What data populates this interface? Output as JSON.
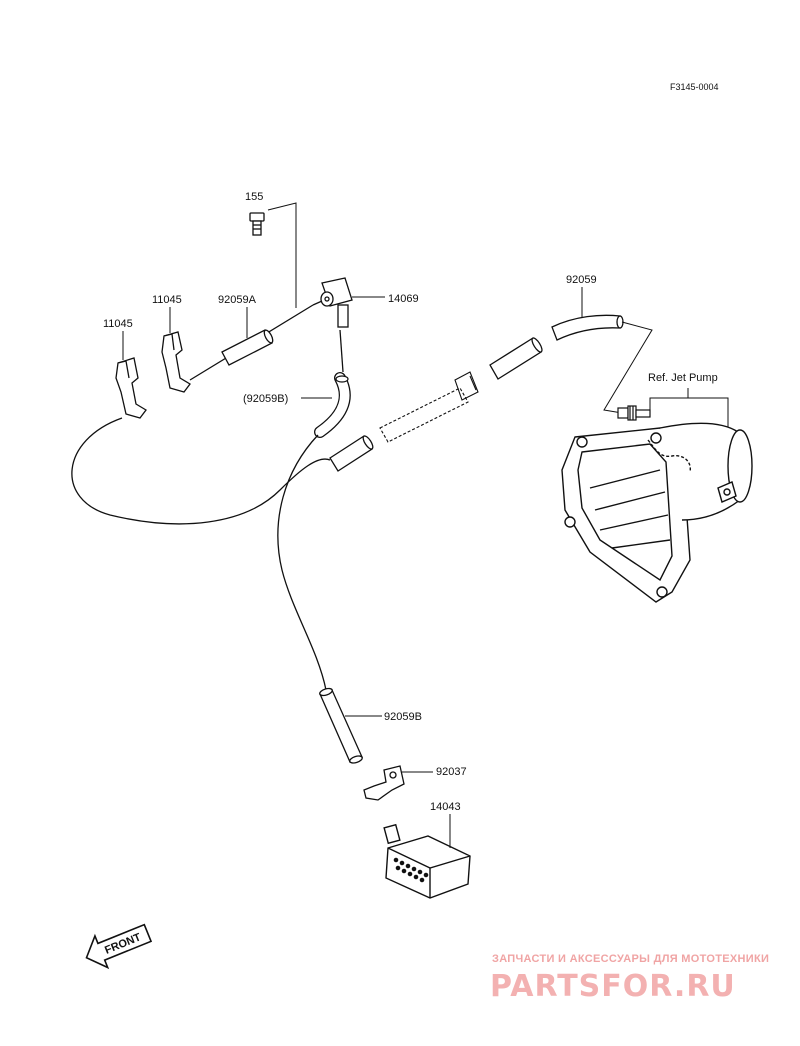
{
  "diagram": {
    "code": "F3145-0004",
    "reference": "Ref. Jet Pump",
    "front_label": "FRONT",
    "parts": {
      "p155": "155",
      "p11045a": "11045",
      "p11045b": "11045",
      "p92059a": "92059A",
      "p14069": "14069",
      "p92059": "92059",
      "p92059b_paren": "(92059B)",
      "p92059b": "92059B",
      "p92037": "92037",
      "p14043": "14043"
    }
  },
  "watermark": {
    "tagline": "ЗАПЧАСТИ И АКСЕССУАРЫ ДЛЯ МОТОТЕХНИКИ",
    "brand": "PARTSFOR.RU"
  }
}
